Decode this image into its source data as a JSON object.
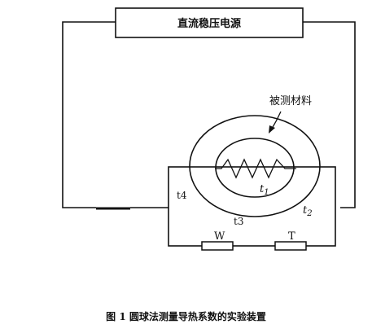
{
  "power_supply": {
    "label": "直流稳压电源"
  },
  "material": {
    "label": "被测材料"
  },
  "labels": {
    "t1": "t",
    "t1_sub": "1",
    "t2": "t",
    "t2_sub": "2",
    "t3": "t3",
    "t4": "t4",
    "W": "W",
    "T": "T"
  },
  "caption": "图 1  圆球法测量导热系数的实验装置"
}
